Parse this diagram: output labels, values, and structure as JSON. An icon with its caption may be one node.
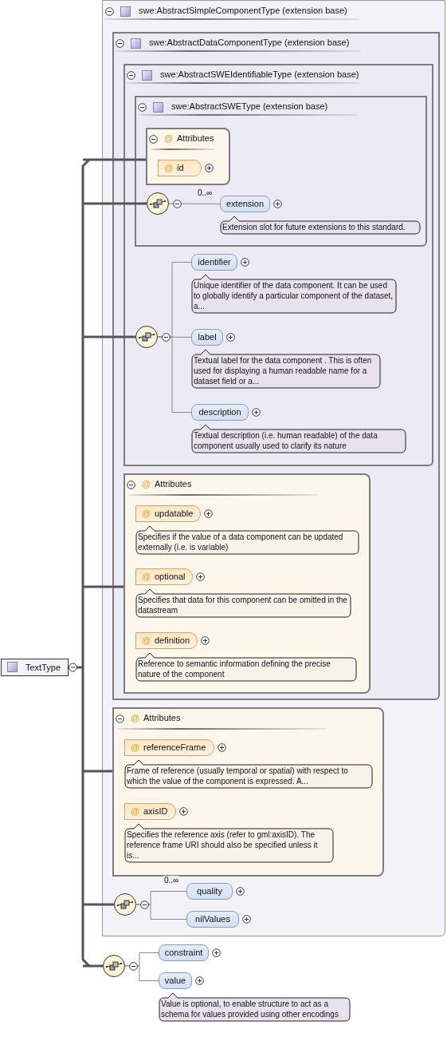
{
  "diagram": {
    "nodes": [
      {
        "text": [
          "TextType"
        ]
      },
      {
        "text": [
          "swe:AbstractSimpleComponentType (extension base)"
        ]
      },
      {
        "text": [
          "swe:AbstractDataComponentType (extension base)"
        ],
        "in": 1
      },
      {
        "text": [
          "swe:AbstractSWEIdentifiableType (extension base)"
        ],
        "in": 2
      },
      {
        "text": [
          "swe:AbstractSWEType (extension base)"
        ],
        "in": 3
      },
      {
        "text": [
          "@",
          "Attributes"
        ],
        "in": 4
      },
      {
        "text": [
          "@",
          "id"
        ],
        "in": 5
      },
      {
        "text": [],
        "shape": "circle",
        "in": 4
      },
      {
        "text": [
          "extension"
        ],
        "in": 4,
        "beside": [
          "Extension slot for future extensions to this standard."
        ]
      },
      {
        "text": [],
        "shape": "circle",
        "in": 3
      },
      {
        "text": [
          "identifier"
        ],
        "in": 3,
        "beside": [
          "Unique identifier of the data component. It can be used to globally identify a particular component of the dataset, a..."
        ]
      },
      {
        "text": [
          "label"
        ],
        "in": 3,
        "beside": [
          "Textual label for the data component . This is often used for displaying a human readable name for a dataset field or a..."
        ]
      },
      {
        "text": [
          "description"
        ],
        "in": 3,
        "beside": [
          "Textual description (i.e. human readable) of the data component usually used to clarify its nature"
        ]
      },
      {
        "text": [
          "@",
          "Attributes"
        ],
        "in": 2
      },
      {
        "text": [
          "@",
          "updatable"
        ],
        "in": 13,
        "beside": [
          "Specifies if the value of a data component can be updated externally (i.e. is variable)"
        ]
      },
      {
        "text": [
          "@",
          "optional"
        ],
        "in": 13,
        "beside": [
          "Specifies that data for this component can be omitted in the datastream"
        ]
      },
      {
        "text": [
          "@",
          "definition"
        ],
        "in": 13,
        "beside": [
          "Reference to semantic information defining the precise nature of the component"
        ]
      },
      {
        "text": [
          "@",
          "Attributes"
        ],
        "in": 1
      },
      {
        "text": [
          "@",
          "referenceFrame"
        ],
        "in": 17,
        "beside": [
          "Frame of reference (usually temporal or spatial) with respect to which the value of the component is expressed. A..."
        ]
      },
      {
        "text": [
          "@",
          "axisID"
        ],
        "in": 17,
        "beside": [
          "Specifies the reference axis (refer to gml:axisID). The reference frame URI should also be specified unless it is..."
        ]
      },
      {
        "text": [],
        "shape": "circle",
        "in": 1
      },
      {
        "text": [
          "quality"
        ],
        "in": 1
      },
      {
        "text": [
          "nilValues"
        ],
        "in": 1
      },
      {
        "text": [],
        "shape": "circle"
      },
      {
        "text": [
          "constraint"
        ]
      },
      {
        "text": [
          "value"
        ],
        "beside": [
          "Value is optional, to enable structure to act as a schema for values provided using other encodings"
        ]
      }
    ],
    "edges": [
      {
        "from": 0,
        "to": 5,
        "arrow": "other",
        "style": "thick"
      },
      {
        "from": 0,
        "to": 7,
        "arrow": "other",
        "style": "thick"
      },
      {
        "from": 7,
        "to": 8,
        "arrow": "none",
        "label": "0..∞"
      },
      {
        "from": 0,
        "to": 9,
        "arrow": "other",
        "style": "thick"
      },
      {
        "from": 9,
        "to": 10,
        "arrow": "none"
      },
      {
        "from": 9,
        "to": 11,
        "arrow": "none"
      },
      {
        "from": 9,
        "to": 12,
        "arrow": "none"
      },
      {
        "from": 0,
        "to": 13,
        "arrow": "other",
        "style": "thick"
      },
      {
        "from": 0,
        "to": 17,
        "arrow": "other",
        "style": "thick"
      },
      {
        "from": 0,
        "to": 20,
        "arrow": "other",
        "style": "thick"
      },
      {
        "from": 20,
        "to": 21,
        "arrow": "none",
        "label": "0..∞"
      },
      {
        "from": 20,
        "to": 22,
        "arrow": "none"
      },
      {
        "from": 0,
        "to": 23,
        "arrow": "other",
        "style": "thick"
      },
      {
        "from": 23,
        "to": 24,
        "arrow": "none"
      },
      {
        "from": 23,
        "to": 25,
        "arrow": "none"
      }
    ]
  }
}
